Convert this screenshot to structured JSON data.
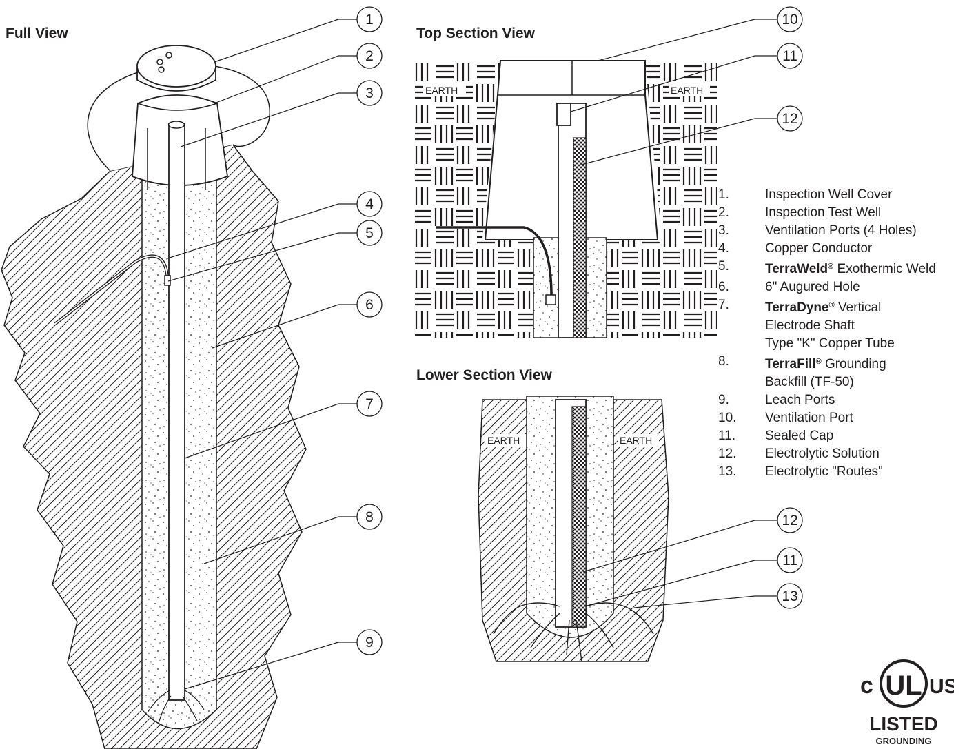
{
  "views": {
    "full": "Full View",
    "top": "Top Section View",
    "lower": "Lower Section View"
  },
  "soil_label": "EARTH",
  "callouts": {
    "c1": "1",
    "c2": "2",
    "c3": "3",
    "c4": "4",
    "c5": "5",
    "c6": "6",
    "c7": "7",
    "c8": "8",
    "c9": "9",
    "c10": "10",
    "c11": "11",
    "c12": "12",
    "c11b": "11",
    "c12b": "12",
    "c13": "13"
  },
  "legend": [
    {
      "num": "1.",
      "brand": "",
      "text": "Inspection Well Cover"
    },
    {
      "num": "2.",
      "brand": "",
      "text": "Inspection Test Well"
    },
    {
      "num": "3.",
      "brand": "",
      "text": "Ventilation Ports (4 Holes)"
    },
    {
      "num": "4.",
      "brand": "",
      "text": "Copper Conductor"
    },
    {
      "num": "5.",
      "brand": "TerraWeld",
      "reg": "®",
      "text": " Exothermic Weld"
    },
    {
      "num": "6.",
      "brand": "",
      "text": "6\" Augured Hole"
    },
    {
      "num": "7.",
      "brand": "TerraDyne",
      "reg": "®",
      "text": " Vertical"
    },
    {
      "num": "",
      "brand": "",
      "text": "Electrode Shaft"
    },
    {
      "num": "",
      "brand": "",
      "text": "Type \"K\" Copper Tube"
    },
    {
      "num": "8.",
      "brand": "TerraFill",
      "reg": "®",
      "text": " Grounding"
    },
    {
      "num": "",
      "brand": "",
      "text": "Backfill (TF-50)"
    },
    {
      "num": "9.",
      "brand": "",
      "text": "Leach Ports"
    },
    {
      "num": "10.",
      "brand": "",
      "text": "Ventilation Port"
    },
    {
      "num": "11.",
      "brand": "",
      "text": "Sealed Cap"
    },
    {
      "num": "12.",
      "brand": "",
      "text": "Electrolytic Solution"
    },
    {
      "num": "13.",
      "brand": "",
      "text": "Electrolytic \"Routes\""
    }
  ],
  "ul_mark": {
    "c": "c",
    "ul": "UL",
    "us": "US",
    "listed": "LISTED",
    "category": "GROUNDING"
  },
  "colors": {
    "ink": "#231f20",
    "paper": "#ffffff"
  }
}
